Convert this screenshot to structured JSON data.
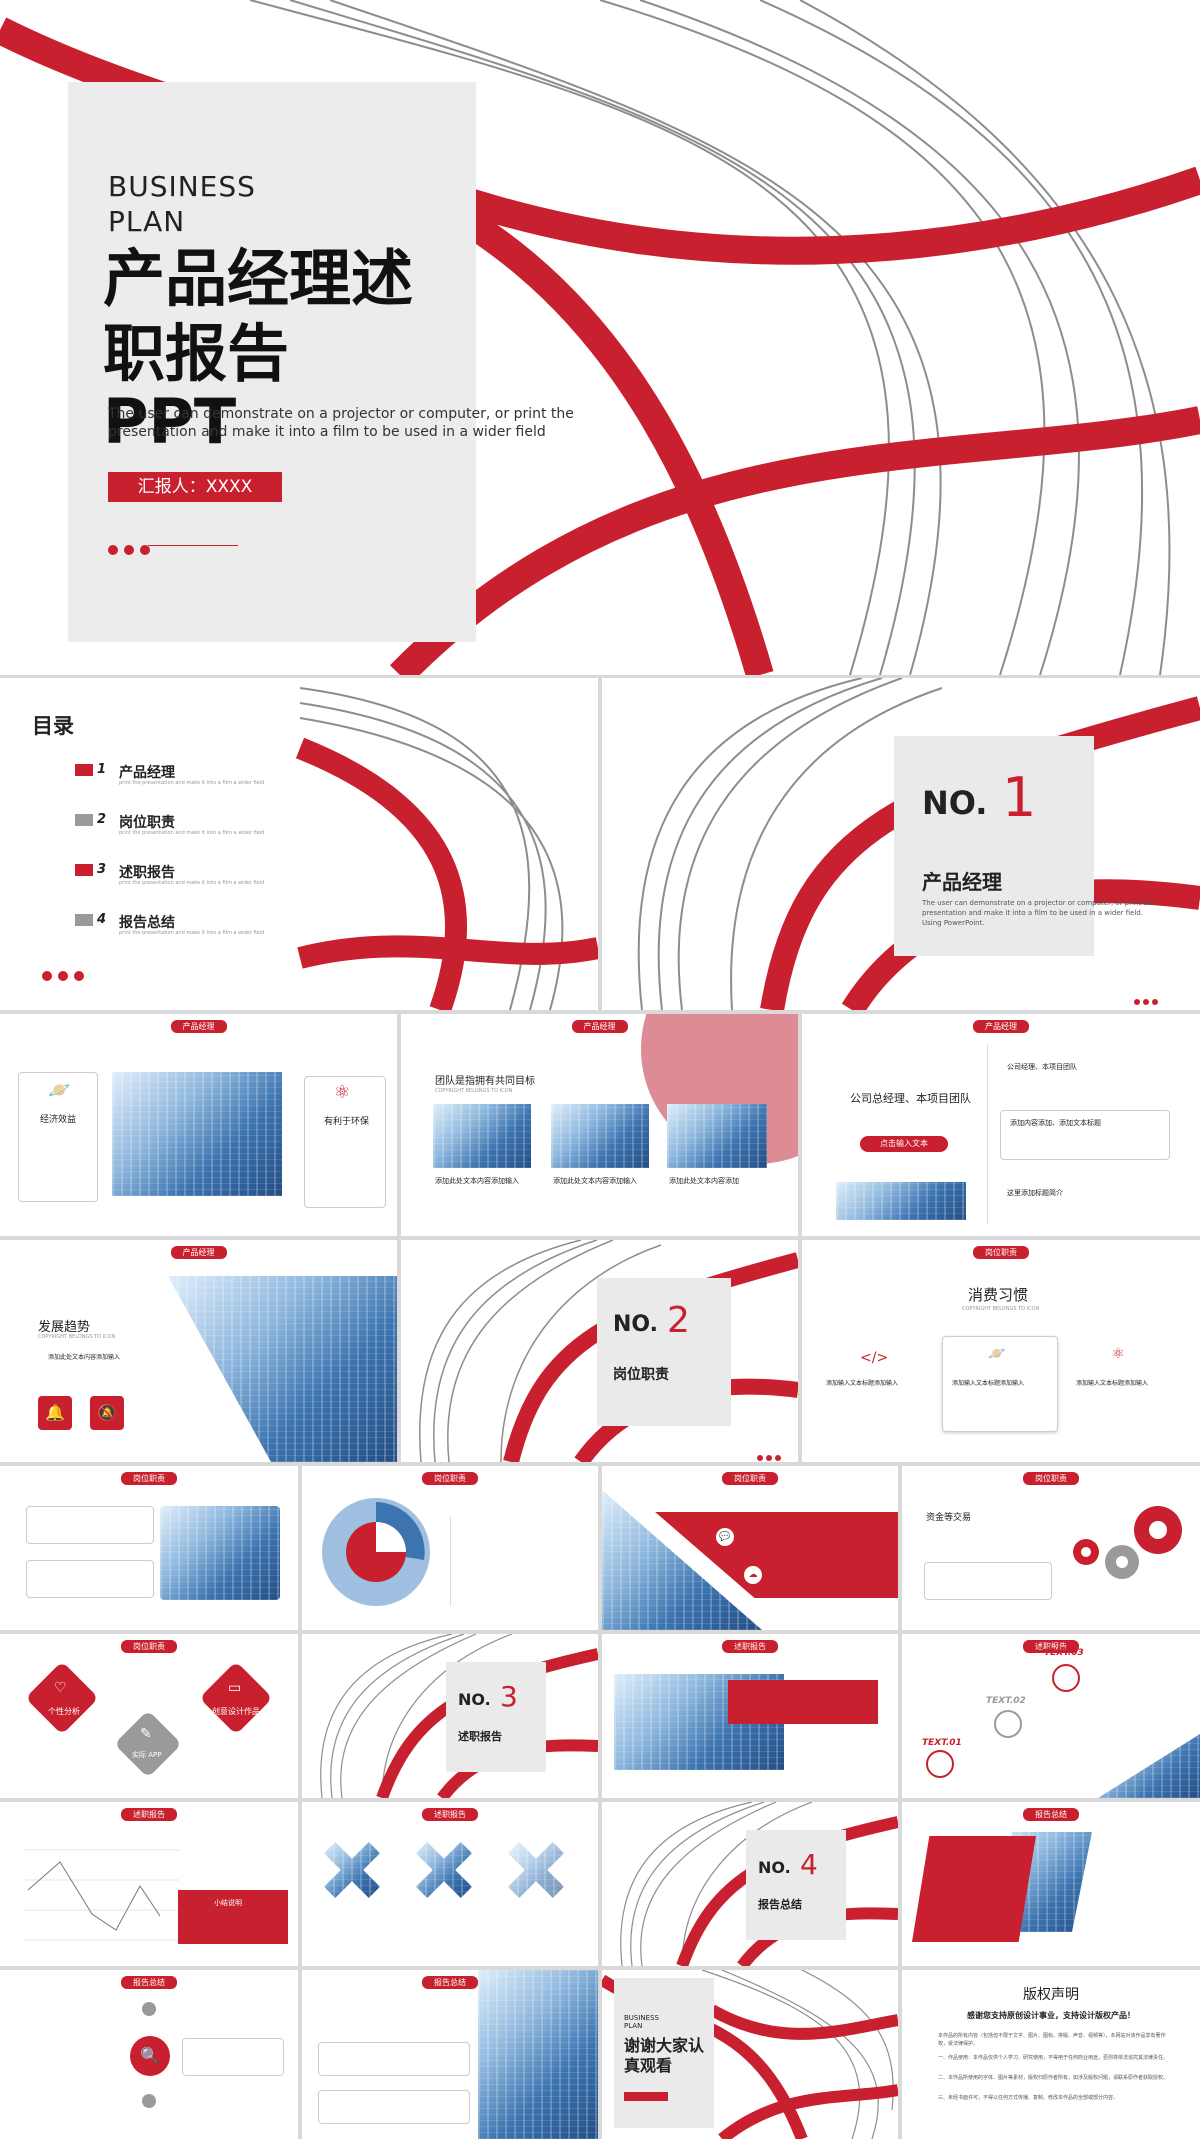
{
  "colors": {
    "accent": "#c8202e",
    "gray": "#9a9a9a",
    "panel": "#eaeaea"
  },
  "cover": {
    "business": "BUSINESS",
    "plan": "PLAN",
    "title_line1": "产品经理述",
    "title_line2": "职报告",
    "title_line3": "PPT",
    "desc_line1": "The user can demonstrate on a projector or computer, or print the",
    "desc_line2": "presentation and make it into a film to be used in a wider field",
    "reporter": "汇报人：XXXX"
  },
  "toc": {
    "title": "目录",
    "items": [
      {
        "num": "1",
        "label": "产品经理",
        "sub": "print the presentation and make it into a film a wider field"
      },
      {
        "num": "2",
        "label": "岗位职责",
        "sub": "print the presentation and make it into a film a wider field"
      },
      {
        "num": "3",
        "label": "述职报告",
        "sub": "print the presentation and make it into a film a wider field"
      },
      {
        "num": "4",
        "label": "报告总结",
        "sub": "print the presentation and make it into a film a wider field"
      }
    ]
  },
  "sec1": {
    "no": "NO.",
    "num": "1",
    "title": "产品经理",
    "desc": "The user can demonstrate on a projector or computer, or print the presentation and make it into a film to be used in a wider field. Using PowerPoint."
  },
  "sec2": {
    "no": "NO.",
    "num": "2",
    "title": "岗位职责"
  },
  "sec3": {
    "no": "NO.",
    "num": "3",
    "title": "述职报告"
  },
  "sec4": {
    "no": "NO.",
    "num": "4",
    "title": "报告总结"
  },
  "tags": {
    "t1": "产品经理",
    "t2": "岗位职责",
    "t3": "述职报告",
    "t4": "报告总结"
  },
  "s_row3": {
    "a_left": "经济效益",
    "a_right": "有利于环保",
    "b_title": "团队是指拥有共同目标",
    "b_sub": "COPYRIGHT BELONGS TO ICON",
    "b_items": [
      "添加此处文本内容添加输入",
      "添加此处文本内容添加输入",
      "添加此处文本内容添加"
    ],
    "c_title": "公司总经理、本项目团队",
    "c_btn": "点击输入文本",
    "c_items": [
      "公司经理、本项目团队",
      "添加内容添加、添加文本标题",
      "这里添加标题简介"
    ]
  },
  "s_row4": {
    "a_title": "发展趋势",
    "a_sub": "COPYRIGHT BELONGS TO ICON",
    "a_item": "添加此处文本内容添加输入",
    "c_title": "消费习惯",
    "c_sub": "COPYRIGHT BELONGS TO ICON",
    "c_items": [
      "添加输入文本标题添加输入",
      "添加输入文本标题添加输入",
      "添加输入文本标题添加输入"
    ]
  },
  "s_row5": {
    "d_title": "资金等交易"
  },
  "s_row6": {
    "a_labels": [
      "个性分析",
      "创意设计作品",
      "实际 APP"
    ],
    "d_labels": [
      "TEXT.03",
      "TEXT.02",
      "TEXT.01"
    ]
  },
  "s_row7": {
    "a_btn": "小结说明"
  },
  "closing": {
    "business": "BUSINESS",
    "plan": "PLAN",
    "line1": "谢谢大家认",
    "line2": "真观看"
  },
  "copyright": {
    "title": "版权声明",
    "subtitle": "感谢您支持原创设计事业，支持设计版权产品！",
    "paragraphs": [
      "本作品的所有内容（包括但不限于文字、图片、图标、排版、声音、视频等），本网站对该作品享有著作权，受法律保护。",
      "一、作品使用：本作品仅供个人学习、研究使用，不得用于任何商业用途，否则将依法追究其法律责任。",
      "二、本作品所使用的字体、图片等素材，版权归原作者所有，如涉及版权问题，请联系原作者获取授权。",
      "三、未经书面许可，不得以任何方式传播、复制、修改本作品的全部或部分内容。"
    ]
  }
}
